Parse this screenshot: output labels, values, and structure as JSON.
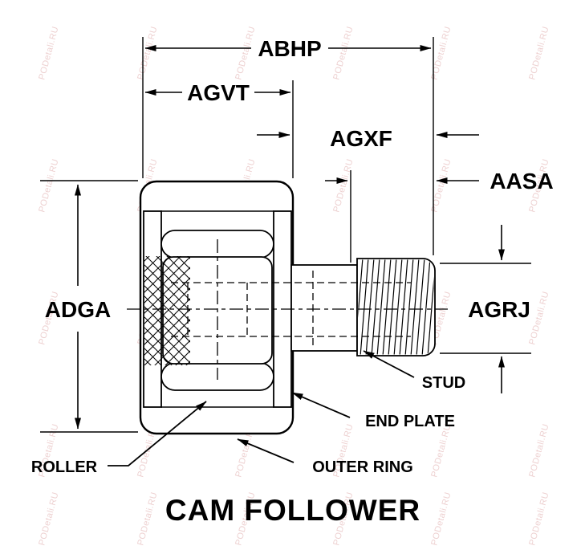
{
  "title": "CAM FOLLOWER",
  "watermark": "PODetali.RU",
  "dimension_labels": {
    "abhp": "ABHP",
    "agvt": "AGVT",
    "agxf": "AGXF",
    "aasa": "AASA",
    "adga": "ADGA",
    "agrj": "AGRJ"
  },
  "part_labels": {
    "stud": "STUD",
    "end_plate": "END PLATE",
    "roller": "ROLLER",
    "outer_ring": "OUTER RING"
  },
  "colors": {
    "line": "#000000",
    "background": "#ffffff",
    "watermark": "#dfaaaa"
  }
}
